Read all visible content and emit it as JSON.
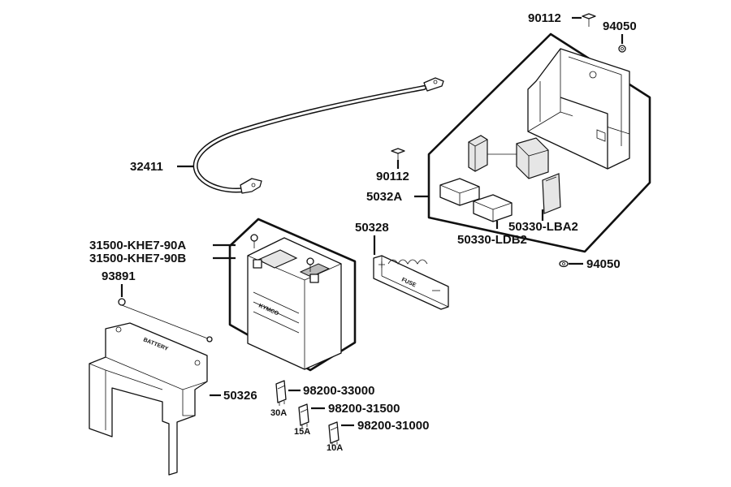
{
  "labels": {
    "p90112_top": "90112",
    "p94050_top": "94050",
    "p32411": "32411",
    "p90112_mid": "90112",
    "p5032A": "5032A",
    "p50328": "50328",
    "p31500_a": "31500-KHE7-90A",
    "p31500_b": "31500-KHE7-90B",
    "p93891": "93891",
    "p94050_mid": "94050",
    "p50330_LBA2": "50330-LBA2",
    "p50330_LDB2": "50330-LDB2",
    "p50326": "50326",
    "fuse30": "98200-33000",
    "fuse15": "98200-31500",
    "fuse10": "98200-31000"
  },
  "fuse_ratings": {
    "f30": "30A",
    "f15": "15A",
    "f10": "10A"
  },
  "part_markings": {
    "battery_brand": "KYMCO",
    "cover_marking": "BATTERY",
    "fuse_strip": "FUSE"
  },
  "colors": {
    "line": "#111111",
    "background": "#ffffff"
  }
}
